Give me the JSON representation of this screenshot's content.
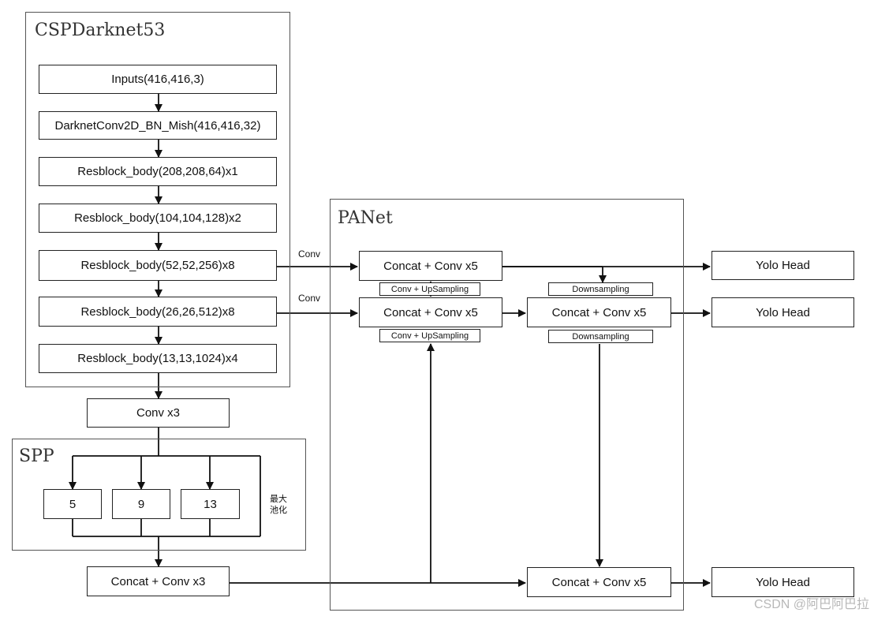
{
  "groups": {
    "backbone": "CSPDarknet53",
    "spp": "SPP",
    "neck": "PANet"
  },
  "backbone": {
    "inputs": "Inputs(416,416,3)",
    "conv_mish": "DarknetConv2D_BN_Mish(416,416,32)",
    "res1": "Resblock_body(208,208,64)x1",
    "res2": "Resblock_body(104,104,128)x2",
    "res3": "Resblock_body(52,52,256)x8",
    "res4": "Resblock_body(26,26,512)x8",
    "res5": "Resblock_body(13,13,1024)x4"
  },
  "conv_x3": "Conv x3",
  "spp": {
    "pool_5": "5",
    "pool_9": "9",
    "pool_13": "13",
    "pool_note": "最大池化"
  },
  "concat_conv_x3": "Concat + Conv x3",
  "panet": {
    "concat_top_left": "Concat + Conv x5",
    "concat_mid_left": "Concat + Conv x5",
    "concat_mid_right": "Concat + Conv x5",
    "concat_bottom": "Concat + Conv x5",
    "upsample_1": "Conv + UpSampling",
    "upsample_2": "Conv + UpSampling",
    "downsample_1": "Downsampling",
    "downsample_2": "Downsampling",
    "conv_label_1": "Conv",
    "conv_label_2": "Conv"
  },
  "heads": {
    "head_1": "Yolo Head",
    "head_2": "Yolo Head",
    "head_3": "Yolo Head"
  },
  "watermark": "CSDN @阿巴阿巴拉"
}
